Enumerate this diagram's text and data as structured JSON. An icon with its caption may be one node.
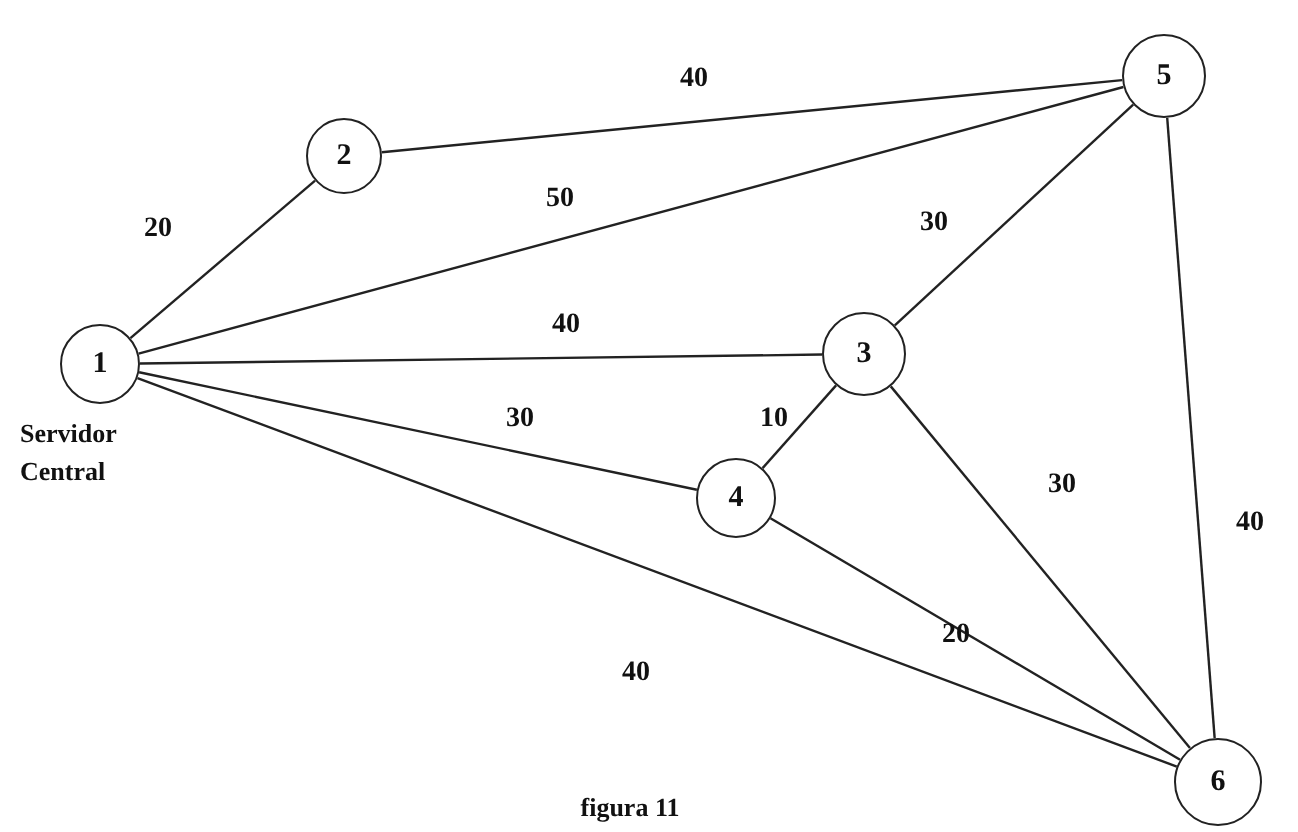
{
  "diagram": {
    "caption": "figura 11",
    "nodes": [
      {
        "text": [
          "1"
        ],
        "beside": [
          "Servidor Central"
        ]
      },
      {
        "text": [
          "2"
        ]
      },
      {
        "text": [
          "3"
        ]
      },
      {
        "text": [
          "4"
        ]
      },
      {
        "text": [
          "5"
        ]
      },
      {
        "text": [
          "6"
        ]
      }
    ],
    "edges": [
      {
        "from": 0,
        "to": 1,
        "arrow": "none",
        "label": "20"
      },
      {
        "from": 1,
        "to": 4,
        "arrow": "none",
        "label": "40"
      },
      {
        "from": 0,
        "to": 4,
        "arrow": "none",
        "label": "50"
      },
      {
        "from": 0,
        "to": 2,
        "arrow": "none",
        "label": "40"
      },
      {
        "from": 4,
        "to": 2,
        "arrow": "none",
        "label": "30"
      },
      {
        "from": 0,
        "to": 3,
        "arrow": "none",
        "label": "30"
      },
      {
        "from": 2,
        "to": 3,
        "arrow": "none",
        "label": "10"
      },
      {
        "from": 4,
        "to": 5,
        "arrow": "none",
        "label": "40"
      },
      {
        "from": 2,
        "to": 5,
        "arrow": "none",
        "label": "30"
      },
      {
        "from": 3,
        "to": 5,
        "arrow": "none",
        "label": "20"
      },
      {
        "from": 0,
        "to": 5,
        "arrow": "none",
        "label": "40"
      }
    ]
  }
}
